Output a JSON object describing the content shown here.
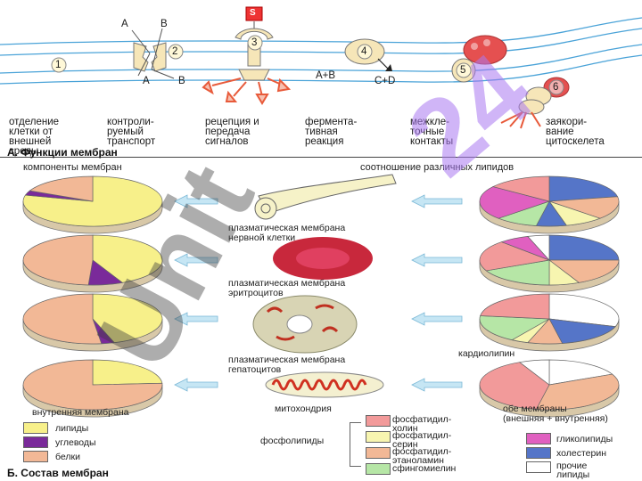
{
  "section_a": {
    "title": "А. Функции мембран",
    "markers": [
      "1",
      "2",
      "3",
      "4",
      "5",
      "6"
    ],
    "signal_badge": "S",
    "transport_labels": {
      "a_top": "A",
      "b_top": "B",
      "a_bottom": "A",
      "b_bottom": "B"
    },
    "reaction_labels": {
      "substrate": "A+B",
      "product": "C+D"
    },
    "functions": [
      "отделение\nклетки от\nвнешней\nсреды",
      "контроли-\nруемый\nтранспорт",
      "рецепция и\nпередача\nсигналов",
      "фермента-\nтивная\nреакция",
      "межкле-\nточные\nконтакты",
      "заякори-\nвание\nцитоскелета"
    ]
  },
  "section_b": {
    "title": "Б. Состав мембран",
    "left_header": "компоненты мембран",
    "right_header": "соотношение различных липидов",
    "captions": {
      "nerve": "плазматическая мембрана\nнервной клетки",
      "erythrocyte": "плазматическая мембрана\nэритроцитов",
      "hepatocyte": "плазматическая мембрана\nгепатоцитов",
      "mitochondrion": "митохондрия",
      "inner_membrane": "внутренняя мембрана",
      "both_membranes": "обе мембраны\n(внешняя + внутренняя)",
      "cardiolipin": "кардиолипин"
    }
  },
  "legend_components": [
    {
      "label": "липиды",
      "color": "#f7f08a"
    },
    {
      "label": "углеводы",
      "color": "#7a2a9a"
    },
    {
      "label": "белки",
      "color": "#f2b896"
    }
  ],
  "legend_phospholipids": {
    "group_label": "фосфолипиды",
    "items": [
      {
        "label": "фосфатидил-\nхолин",
        "color": "#f29a9a"
      },
      {
        "label": "фосфатидил-\nсерин",
        "color": "#f7f5b0"
      },
      {
        "label": "фосфатидил-\nэтаноламин",
        "color": "#f2b896"
      },
      {
        "label": "сфингомиелин",
        "color": "#b6e6a6"
      }
    ]
  },
  "legend_other": [
    {
      "label": "гликолипиды",
      "color": "#e060c0"
    },
    {
      "label": "холестерин",
      "color": "#5575c8"
    },
    {
      "label": "прочие\nлипиды",
      "color": "#ffffff"
    }
  ],
  "watermarks": {
    "main": "Unit",
    "accent": "24"
  },
  "chart_data": [
    {
      "type": "pie",
      "name_key": "nerve_components",
      "values": [
        {
          "label": "липиды",
          "value": 79
        },
        {
          "label": "углеводы",
          "value": 3
        },
        {
          "label": "белки",
          "value": 18
        }
      ]
    },
    {
      "type": "pie",
      "name_key": "erythrocyte_components",
      "values": [
        {
          "label": "липиды",
          "value": 43
        },
        {
          "label": "углеводы",
          "value": 8
        },
        {
          "label": "белки",
          "value": 49
        }
      ]
    },
    {
      "type": "pie",
      "name_key": "hepatocyte_components",
      "values": [
        {
          "label": "липиды",
          "value": 45
        },
        {
          "label": "углеводы",
          "value": 3
        },
        {
          "label": "белки",
          "value": 52
        }
      ]
    },
    {
      "type": "pie",
      "name_key": "mito_inner_components",
      "values": [
        {
          "label": "липиды",
          "value": 24
        },
        {
          "label": "белки",
          "value": 76
        }
      ]
    },
    {
      "type": "pie",
      "name_key": "nerve_lipids",
      "values": [
        {
          "label": "холестерин",
          "value": 22
        },
        {
          "label": "фосфатидил-этаноламин",
          "value": 15
        },
        {
          "label": "фосфатидил-серин",
          "value": 9
        },
        {
          "label": "холестерин",
          "value": 7
        },
        {
          "label": "сфингомиелин",
          "value": 10
        },
        {
          "label": "гликолипиды",
          "value": 22
        },
        {
          "label": "фосфатидил-холин",
          "value": 15
        }
      ]
    },
    {
      "type": "pie",
      "name_key": "erythrocyte_lipids",
      "values": [
        {
          "label": "холестерин",
          "value": 25
        },
        {
          "label": "фосфатидил-этаноламин",
          "value": 18
        },
        {
          "label": "фосфатидил-серин",
          "value": 7
        },
        {
          "label": "сфингомиелин",
          "value": 18
        },
        {
          "label": "фосфатидил-холин",
          "value": 20
        },
        {
          "label": "гликолипиды",
          "value": 7
        },
        {
          "label": "прочие липиды",
          "value": 5
        }
      ]
    },
    {
      "type": "pie",
      "name_key": "hepatocyte_lipids",
      "values": [
        {
          "label": "прочие липиды",
          "value": 30
        },
        {
          "label": "холестерин",
          "value": 17
        },
        {
          "label": "фосфатидил-этаноламин",
          "value": 8
        },
        {
          "label": "фосфатидил-серин",
          "value": 4
        },
        {
          "label": "сфингомиелин",
          "value": 18
        },
        {
          "label": "фосфатидил-холин",
          "value": 23
        }
      ]
    },
    {
      "type": "pie",
      "name_key": "mito_lipids",
      "values": [
        {
          "label": "кардиолипин",
          "value": 18
        },
        {
          "label": "фосфатидил-этаноламин",
          "value": 35
        },
        {
          "label": "фосфатидил-холин",
          "value": 40
        },
        {
          "label": "прочие липиды",
          "value": 7
        }
      ]
    }
  ]
}
